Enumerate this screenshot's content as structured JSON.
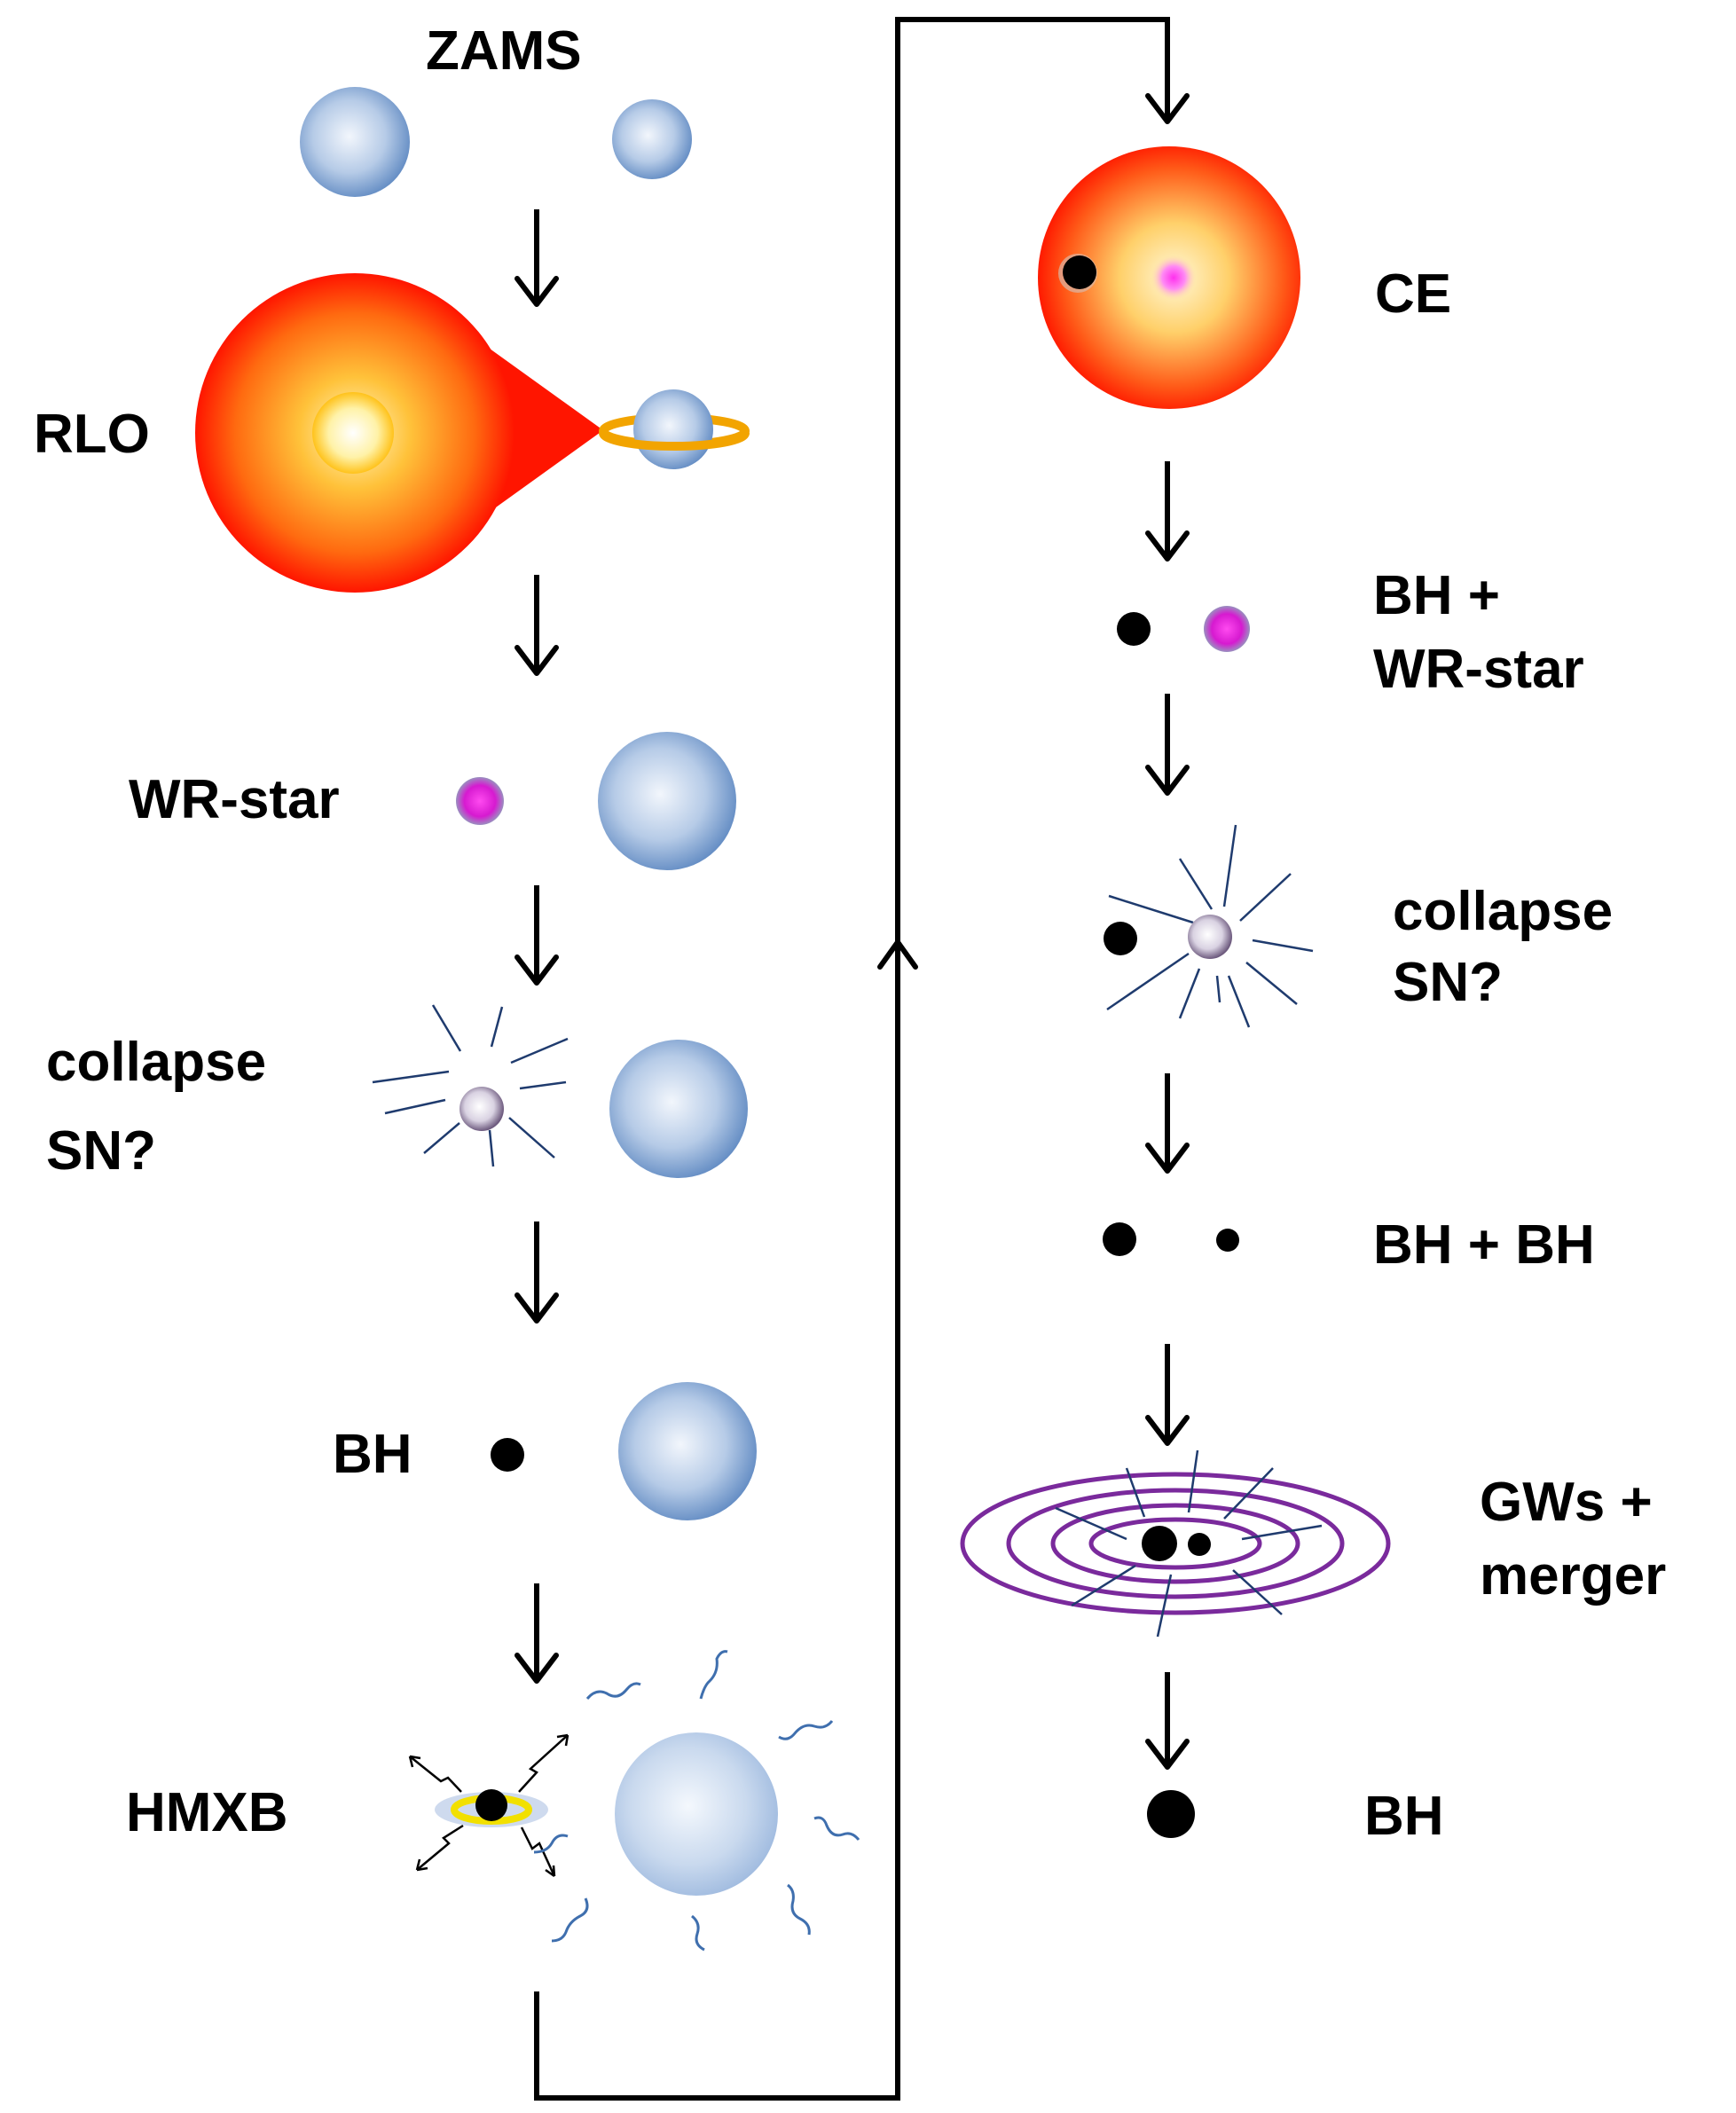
{
  "labels": {
    "zams": "ZAMS",
    "rlo": "RLO",
    "wr_star": "WR-star",
    "collapse_left_1": "collapse",
    "collapse_left_2": "SN?",
    "bh_left": "BH",
    "hmxb": "HMXB",
    "ce": "CE",
    "bh_wr_1": "BH +",
    "bh_wr_2": "WR-star",
    "collapse_right_1": "collapse",
    "collapse_right_2": "SN?",
    "bh_bh": "BH + BH",
    "gws_1": "GWs +",
    "gws_2": "merger",
    "bh_final": "BH"
  },
  "colors": {
    "blue_star_light": "#eef3fa",
    "blue_star_dark": "#5b86c0",
    "red_giant_outer": "#ff1a00",
    "red_giant_inner": "#ffb020",
    "core_center": "#ffffff",
    "wr_star": "#e81ed6",
    "remnant": "#ece8f2",
    "black_hole": "#000000",
    "accretion_disk": "#f2c200",
    "gw_rings": "#7a2a9c",
    "rays": "#1f3b6e"
  }
}
